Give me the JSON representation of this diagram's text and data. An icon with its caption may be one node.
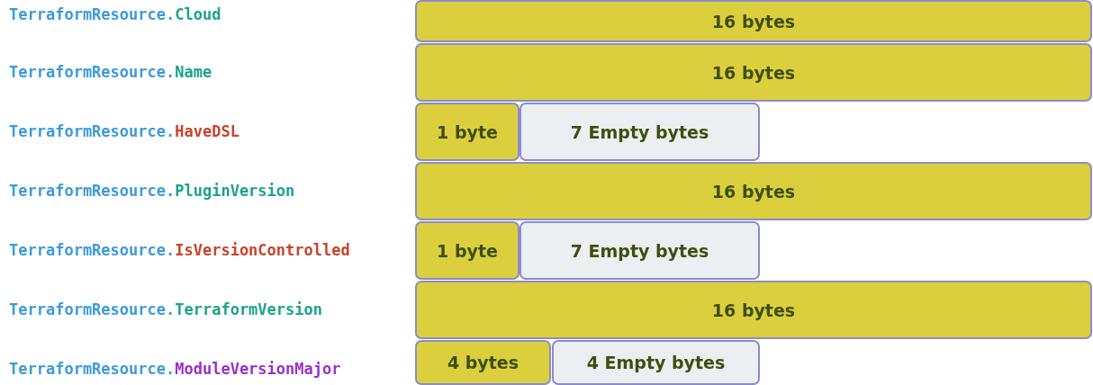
{
  "diagram": {
    "nodes": [
      {
        "text": [
          "16 bytes"
        ]
      },
      {
        "text": [
          "16 bytes"
        ]
      },
      {
        "text": [
          "1 byte"
        ]
      },
      {
        "text": [
          "7 Empty bytes"
        ]
      },
      {
        "text": [
          "16 bytes"
        ]
      },
      {
        "text": [
          "1 byte"
        ]
      },
      {
        "text": [
          "7 Empty bytes"
        ]
      },
      {
        "text": [
          "16 bytes"
        ]
      },
      {
        "text": [
          "4 bytes"
        ]
      },
      {
        "text": [
          "4 Empty bytes"
        ]
      }
    ],
    "labels": [
      "TerraformResource.Cloud",
      "TerraformResource.Name",
      "TerraformResource.HaveDSL",
      "TerraformResource.PluginVersion",
      "TerraformResource.IsVersionControlled",
      "TerraformResource.TerraformVersion",
      "TerraformResource.ModuleVersionMajor"
    ]
  }
}
